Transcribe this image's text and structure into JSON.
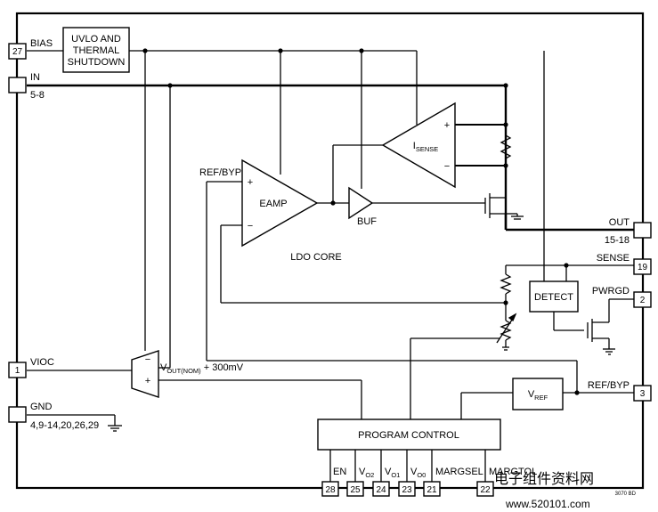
{
  "title": "",
  "pins": {
    "bias": {
      "number": "27",
      "name": "BIAS"
    },
    "in": {
      "number": "",
      "name": "IN",
      "pins": "5-8"
    },
    "vioc": {
      "number": "1",
      "name": "VIOC"
    },
    "gnd": {
      "number": "",
      "name": "GND",
      "pins": "4,9-14,20,26,29"
    },
    "out": {
      "number": "",
      "name": "OUT",
      "pins": "15-18"
    },
    "sense": {
      "number": "19",
      "name": "SENSE"
    },
    "pwrgd": {
      "number": "2",
      "name": "PWRGD"
    },
    "refbyp": {
      "number": "3",
      "name": "REF/BYP"
    },
    "en": {
      "number": "28",
      "name": "EN"
    },
    "vo2": {
      "number": "25",
      "name": "V",
      "sub": "O2"
    },
    "vo1": {
      "number": "24",
      "name": "V",
      "sub": "O1"
    },
    "vo0": {
      "number": "23",
      "name": "V",
      "sub": "O0"
    },
    "margsel": {
      "number": "21",
      "name": "MARGSEL"
    },
    "margtol": {
      "number": "22",
      "name": "MARGTOL"
    }
  },
  "blocks": {
    "uvlo": {
      "line1": "UVLO AND",
      "line2": "THERMAL",
      "line3": "SHUTDOWN"
    },
    "detect": "DETECT",
    "vref": {
      "main": "V",
      "sub": "REF"
    },
    "program_control": "PROGRAM CONTROL",
    "eamp": "EAMP",
    "buf": "BUF",
    "isense": {
      "main": "I",
      "sub": "SENSE"
    },
    "ldo_core": "LDO CORE",
    "ref_byp_internal": "REF/BYP",
    "vout_nom": {
      "prefix": "V",
      "sub": "OUT(NOM)",
      "suffix": " + 300mV"
    }
  },
  "signs": {
    "plus": "+",
    "minus": "−"
  },
  "figure_id": "3070 BD",
  "watermark": {
    "chinese": "电子组件资料网",
    "url": "www.520101.com"
  }
}
